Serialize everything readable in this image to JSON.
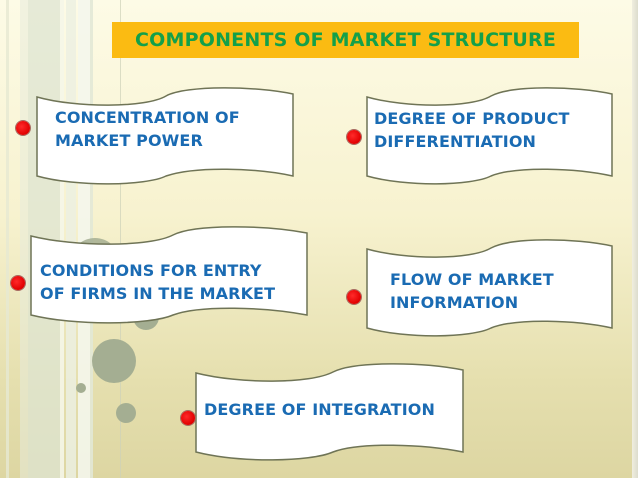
{
  "slide": {
    "title": "COMPONENTS OF MARKET STRUCTURE",
    "colors": {
      "title_background": "#fbbb12",
      "title_text": "#13a04a",
      "banner_text": "#1a6bb3",
      "banner_fill": "#ffffff",
      "banner_border": "#6f7456",
      "bullet": "#e00000",
      "background_top": "#fdfbe6",
      "background_bottom": "#ddd6a2"
    },
    "components": [
      {
        "line1": "CONCENTRATION OF",
        "line2": "MARKET POWER"
      },
      {
        "line1": "DEGREE OF PRODUCT",
        "line2": "DIFFERENTIATION"
      },
      {
        "line1": "CONDITIONS FOR ENTRY",
        "line2": "OF FIRMS IN THE MARKET"
      },
      {
        "line1": "FLOW OF MARKET",
        "line2": "INFORMATION"
      },
      {
        "line1": "DEGREE OF INTEGRATION",
        "line2": ""
      }
    ]
  }
}
